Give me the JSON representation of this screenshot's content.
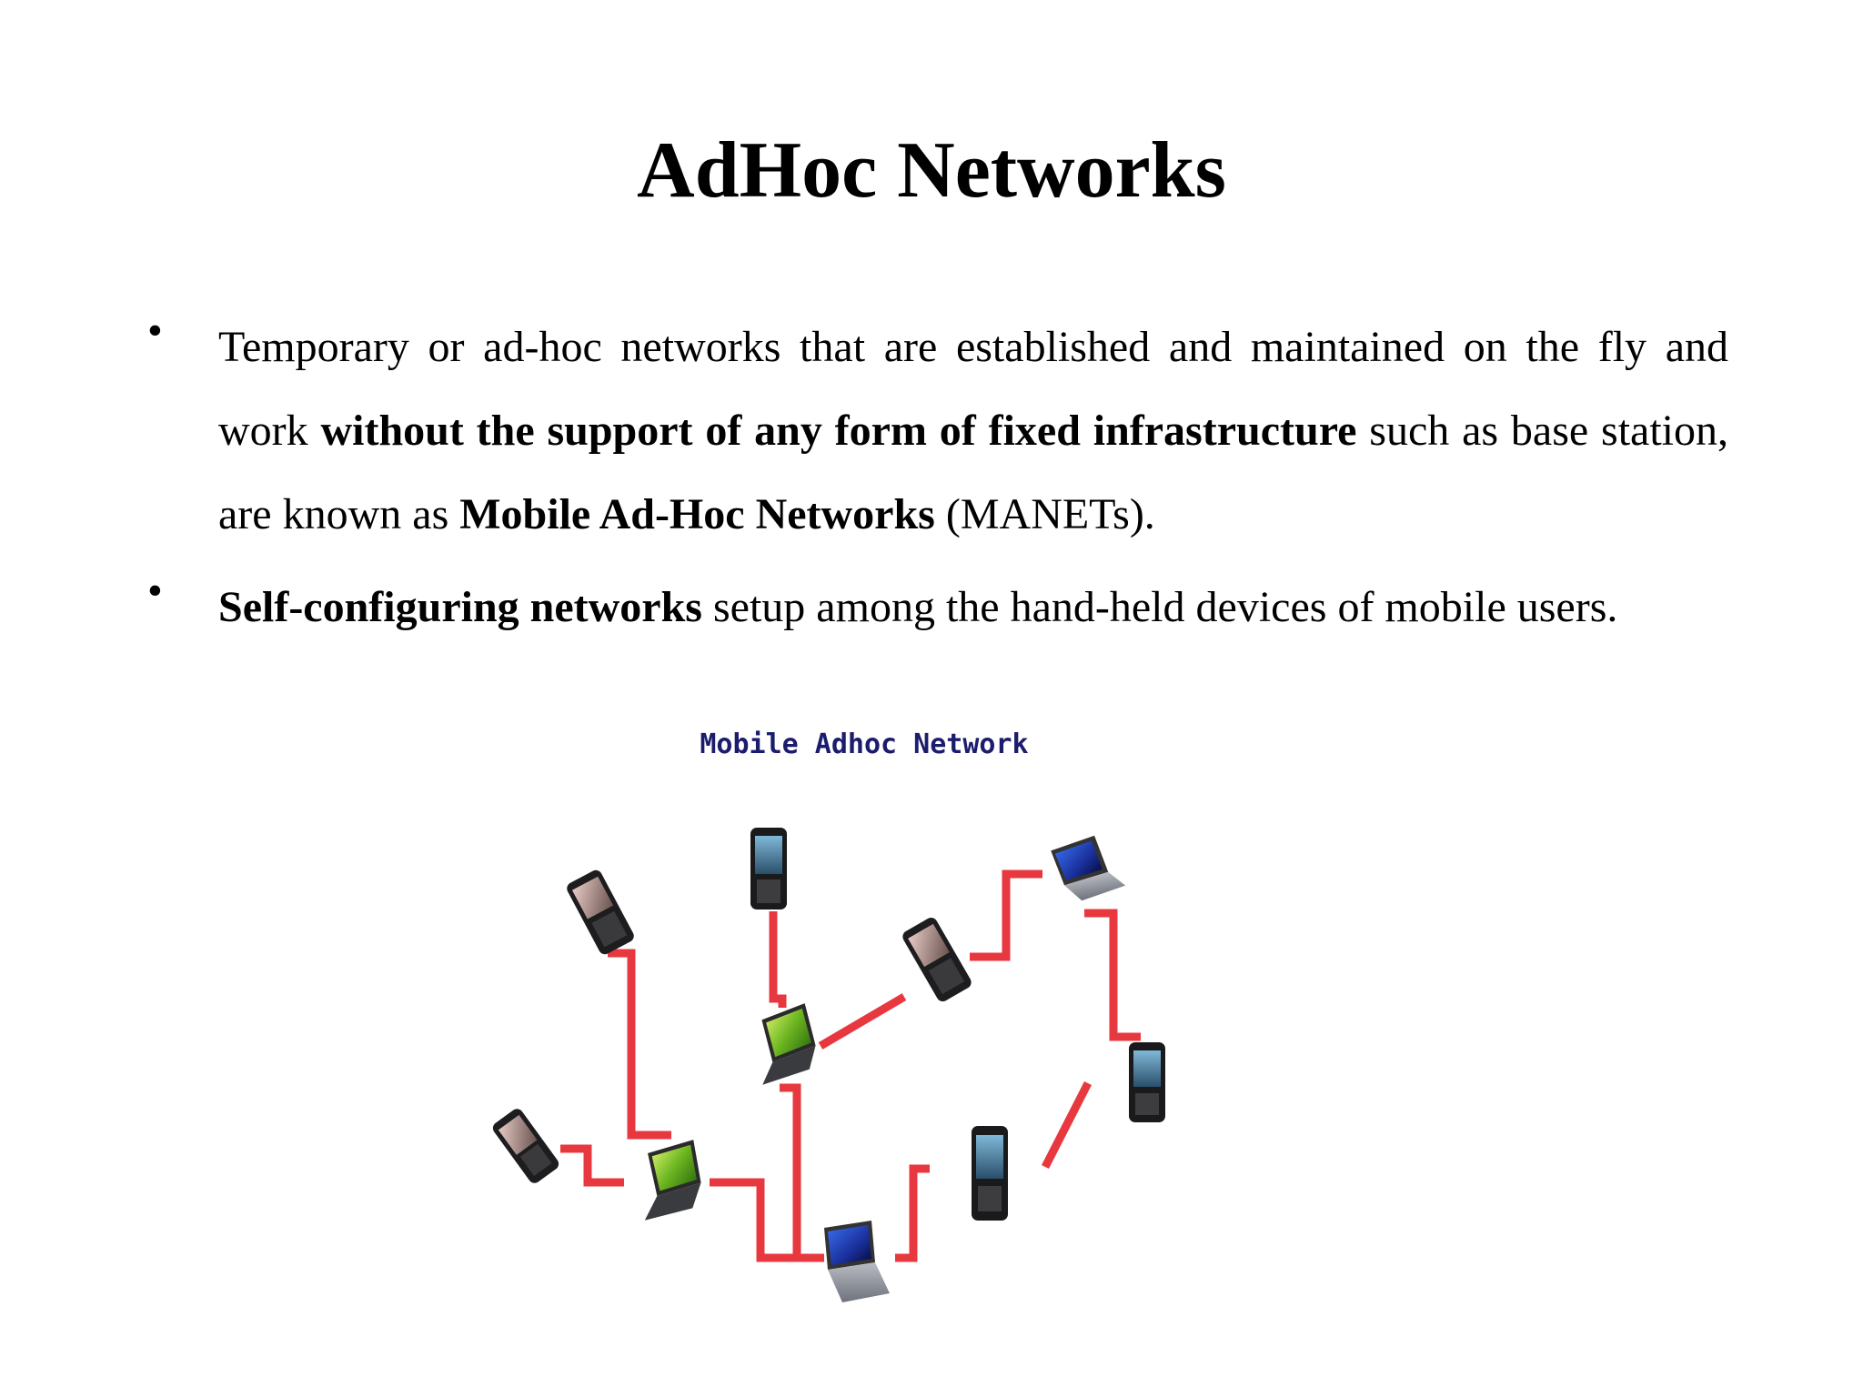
{
  "slide": {
    "title": "AdHoc Networks",
    "bullets": [
      {
        "marker": "•",
        "p1": "Temporary or ad-hoc networks that are established and maintained on the fly and work ",
        "b1": "without the support of any form of fixed infrastructure",
        "p2": " such as base station, are known as ",
        "b2": "Mobile Ad-Hoc Networks",
        "p3": " (MANETs)."
      },
      {
        "marker": "•",
        "b1": "Self-configuring networks",
        "p1": " setup among the hand-held devices of mobile users."
      }
    ]
  },
  "figure": {
    "caption": "Mobile Adhoc Network",
    "colors": {
      "link": "#e8383f",
      "caption": "#1c1c6e"
    },
    "devices": [
      "phone",
      "phone",
      "laptop",
      "phone",
      "laptop",
      "phone",
      "laptop",
      "laptop",
      "phone",
      "phone"
    ]
  }
}
